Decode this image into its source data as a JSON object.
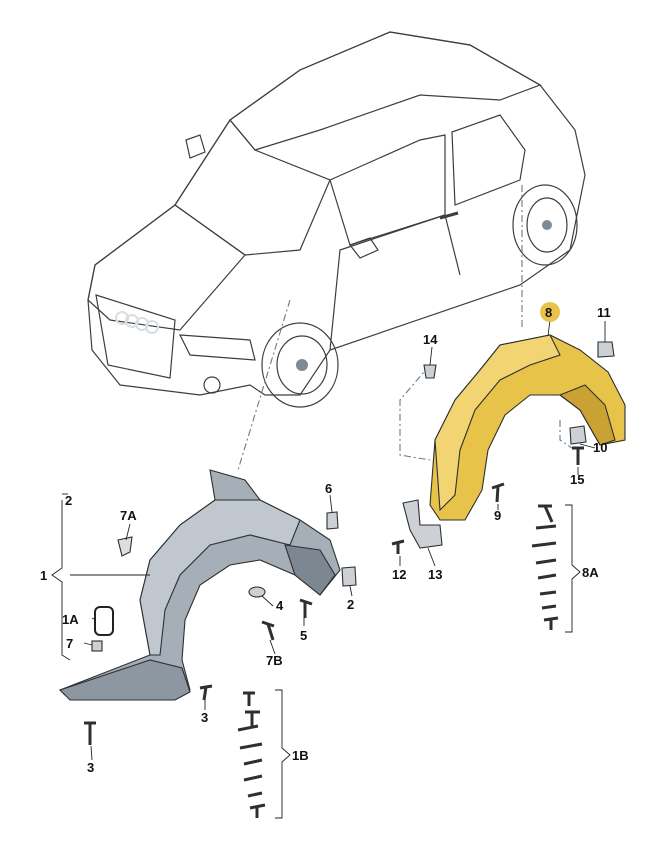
{
  "callouts": {
    "c1": "1",
    "c2a": "2",
    "c1a": "1A",
    "c7": "7",
    "c7a": "7A",
    "c3a": "3",
    "c3b": "3",
    "c4": "4",
    "c5": "5",
    "c6": "6",
    "c2b": "2",
    "c7b": "7B",
    "c1b": "1B",
    "c8": "8",
    "c11": "11",
    "c14": "14",
    "c10": "10",
    "c15": "15",
    "c9": "9",
    "c12": "12",
    "c13": "13",
    "c8a": "8A"
  },
  "colors": {
    "car_body": "#bcc6cd",
    "car_shade": "#9aa7b1",
    "glass": "#8e9ba6",
    "front_liner": "#a6afb8",
    "rear_liner": "#e8c34a",
    "highlight_badge": "#e8c34a"
  },
  "icons": [
    "car-illustration",
    "front-wheel-liner",
    "rear-wheel-liner",
    "screw",
    "clip",
    "nut"
  ]
}
